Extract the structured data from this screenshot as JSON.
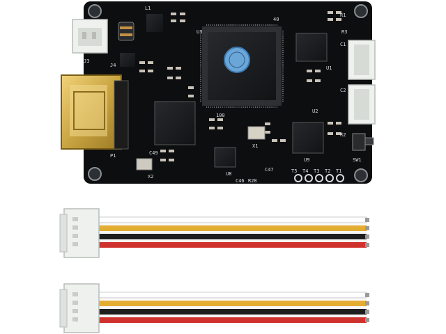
{
  "board": {
    "refs": {
      "l1": "L1",
      "u3": "U3",
      "p1": "P1",
      "j4": "J4",
      "j3": "J3",
      "x1": "X1",
      "x2": "X2",
      "u8": "U8",
      "u9": "U9",
      "u2": "U2",
      "u1": "U1",
      "sw1": "SW1",
      "t1": "T1",
      "t2": "T2",
      "t3": "T3",
      "t4": "T4",
      "t5": "T5",
      "c1": "C1",
      "c2": "C2",
      "r28": "R28",
      "c46": "C46",
      "c47": "C47",
      "c49": "C49",
      "r1": "R1",
      "r2": "R2",
      "r3": "R3",
      "n100": "100",
      "n40": "40",
      "p1b": "P1"
    }
  },
  "colors": {
    "pcb": "#0d0e10",
    "silk": "#d9dde0",
    "chip": "#1b1d20",
    "hdmi_gold": "#c9a542",
    "connector_white": "#eef1ee",
    "wire_white": "#ffffff",
    "wire_yellow": "#e8ae2a",
    "wire_black": "#1a1a1a",
    "wire_red": "#d7322e",
    "sticker_blue": "#6aa6d8"
  },
  "cables": [
    {
      "wires": [
        "white",
        "yellow",
        "black",
        "red"
      ]
    },
    {
      "wires": [
        "white",
        "yellow",
        "black",
        "red"
      ]
    }
  ]
}
